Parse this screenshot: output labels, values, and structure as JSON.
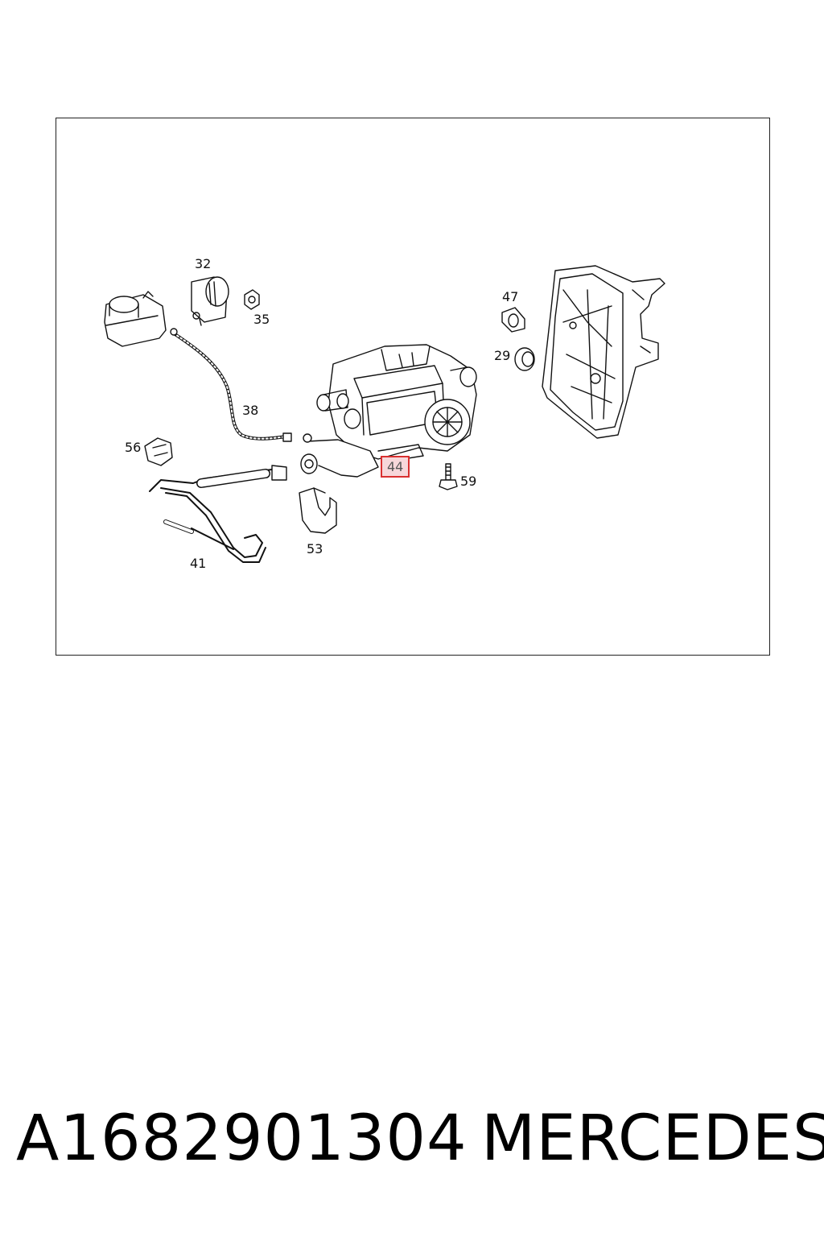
{
  "diagram": {
    "callouts": [
      {
        "id": "32",
        "label": "32",
        "highlighted": false
      },
      {
        "id": "35",
        "label": "35",
        "highlighted": false
      },
      {
        "id": "47",
        "label": "47",
        "highlighted": false
      },
      {
        "id": "29",
        "label": "29",
        "highlighted": false
      },
      {
        "id": "38",
        "label": "38",
        "highlighted": false
      },
      {
        "id": "56",
        "label": "56",
        "highlighted": false
      },
      {
        "id": "44",
        "label": "44",
        "highlighted": true
      },
      {
        "id": "59",
        "label": "59",
        "highlighted": false
      },
      {
        "id": "53",
        "label": "53",
        "highlighted": false
      },
      {
        "id": "41",
        "label": "41",
        "highlighted": false
      }
    ],
    "highlight_color": "#d93030"
  },
  "caption": {
    "part_number": "A1682901304",
    "brand": "MERCEDES"
  }
}
